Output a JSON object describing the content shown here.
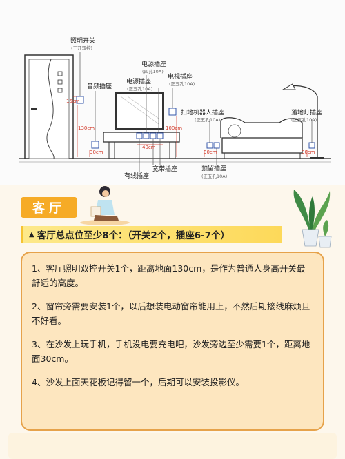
{
  "diagram": {
    "labels": {
      "light_switch": "照明开关",
      "light_switch_note": "(三开双控)",
      "audio_socket": "音频插座",
      "power_socket_top": "电源插座",
      "power_socket_top_note": "(四孔10A)",
      "power_socket_mid": "电源插座",
      "power_socket_mid_note": "(正五孔10A)",
      "tv_socket": "电视插座",
      "tv_socket_note": "(正五孔10A)",
      "robot_socket": "扫地机器人插座",
      "robot_socket_note": "(正五孔10A)",
      "floor_lamp_socket": "落地灯插座",
      "floor_lamp_socket_note": "(正五孔10A)",
      "cable_socket": "有线插座",
      "broadband_socket": "宽带插座",
      "reserved_socket": "预留插座",
      "reserved_socket_note": "(正五孔10A)"
    },
    "dims": {
      "d15": "15cm",
      "d130": "130cm",
      "d30_left": "30cm",
      "d40": "40cm",
      "d100": "100cm",
      "d30_sofa": "30cm",
      "d30_right": "30cm"
    }
  },
  "section": {
    "title": "客厅"
  },
  "summary": {
    "icon": "triangle-icon",
    "text": "客厅总点位至少8个：（开关2个，插座6-7个）"
  },
  "tips": [
    "1、客厅照明双控开关1个，距离地面130cm，是作为普通人身高开关最舒适的高度。",
    "2、窗帘旁需要安装1个，以后想装电动窗帘能用上，不然后期接线麻烦且不好看。",
    "3、在沙发上玩手机，手机没电要充电吧，沙发旁边至少需要1个，距离地面30cm。",
    "4、沙发上面天花板记得留一个，后期可以安装投影仪。"
  ],
  "colors": {
    "accent": "#f6ab26",
    "dim_red": "#d23a2a",
    "panel_bg": "#fde6bf",
    "panel_border": "#e6a24a",
    "highlight": "#fde98a"
  }
}
